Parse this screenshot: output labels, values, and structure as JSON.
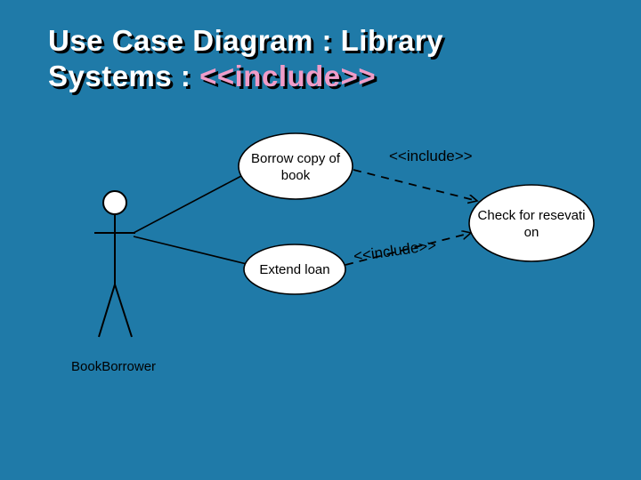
{
  "slide": {
    "title_line1": "Use Case Diagram : Library",
    "title_line2_prefix": "Systems : ",
    "title_line2_include": "<<include>>",
    "colors": {
      "background": "#1f7aa8",
      "title": "#ffffff",
      "include_highlight": "#f09cc8",
      "shape_fill": "#ffffff",
      "line": "#000000"
    }
  },
  "diagram": {
    "type": "uml-use-case",
    "actor": {
      "label": "BookBorrower"
    },
    "use_cases": [
      {
        "id": "borrow",
        "lines": [
          "Borrow copy of",
          "book"
        ]
      },
      {
        "id": "extend",
        "lines": [
          "Extend loan"
        ]
      },
      {
        "id": "check",
        "lines": [
          "Check for resevati",
          "on"
        ]
      }
    ],
    "relations": [
      {
        "from": "borrow",
        "to": "check",
        "stereotype": "<<include>>",
        "style": "dashed-arrow"
      },
      {
        "from": "extend",
        "to": "check",
        "stereotype": "<<include>>",
        "style": "dashed-arrow"
      },
      {
        "from": "actor",
        "to": "borrow",
        "style": "solid"
      },
      {
        "from": "actor",
        "to": "extend",
        "style": "solid"
      }
    ],
    "include_labels": {
      "top": "<<include>>",
      "bottom": "<<include>>"
    }
  }
}
